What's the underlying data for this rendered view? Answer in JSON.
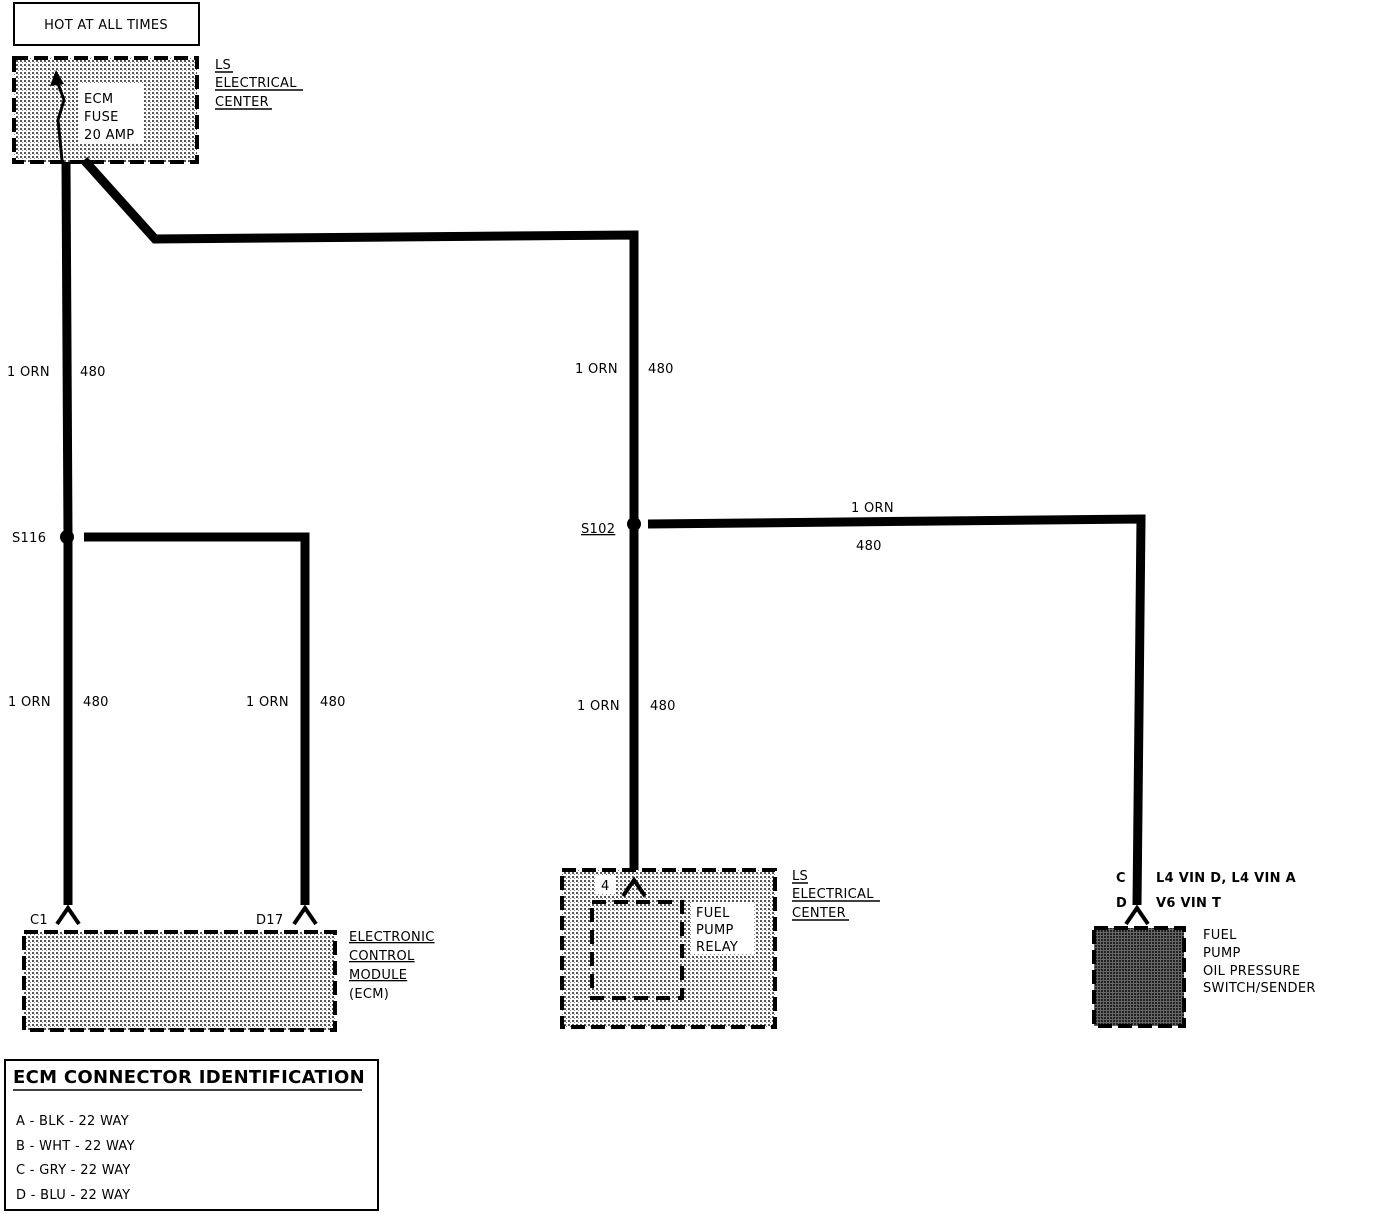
{
  "hot_label": "HOT AT ALL TIMES",
  "fuse_block": {
    "name_lines": [
      "ECM",
      "FUSE",
      "20 AMP"
    ],
    "center_lines": [
      "LS",
      "ELECTRICAL",
      "CENTER"
    ]
  },
  "wires": {
    "left_top": {
      "color": "1 ORN",
      "circuit": "480"
    },
    "right_top": {
      "color": "1 ORN",
      "circuit": "480"
    },
    "left_bottom": {
      "color": "1 ORN",
      "circuit": "480"
    },
    "d17_wire": {
      "color": "1 ORN",
      "circuit": "480"
    },
    "relay_wire": {
      "color": "1 ORN",
      "circuit": "480"
    },
    "horizontal": {
      "color": "1 ORN",
      "circuit": "480"
    }
  },
  "splices": {
    "left": "S116",
    "right": "S102"
  },
  "ecm": {
    "pin_c1": "C1",
    "pin_d17": "D17",
    "name_lines": [
      "ELECTRONIC",
      "CONTROL",
      "MODULE",
      "(ECM)"
    ]
  },
  "relay": {
    "pin": "4",
    "name_lines": [
      "FUEL",
      "PUMP",
      "RELAY"
    ],
    "center_lines": [
      "LS",
      "ELECTRICAL",
      "CENTER"
    ]
  },
  "switch": {
    "pin_c": "C",
    "pin_d": "D",
    "pin_c_note": "L4 VIN D, L4 VIN A",
    "pin_d_note": "V6 VIN T",
    "name_lines": [
      "FUEL",
      "PUMP",
      "OIL PRESSURE",
      "SWITCH/SENDER"
    ]
  },
  "connector_id": {
    "title": "ECM CONNECTOR IDENTIFICATION",
    "rows": [
      "A - BLK - 22 WAY",
      "B - WHT - 22 WAY",
      "C - GRY - 22 WAY",
      "D - BLU - 22 WAY"
    ]
  }
}
